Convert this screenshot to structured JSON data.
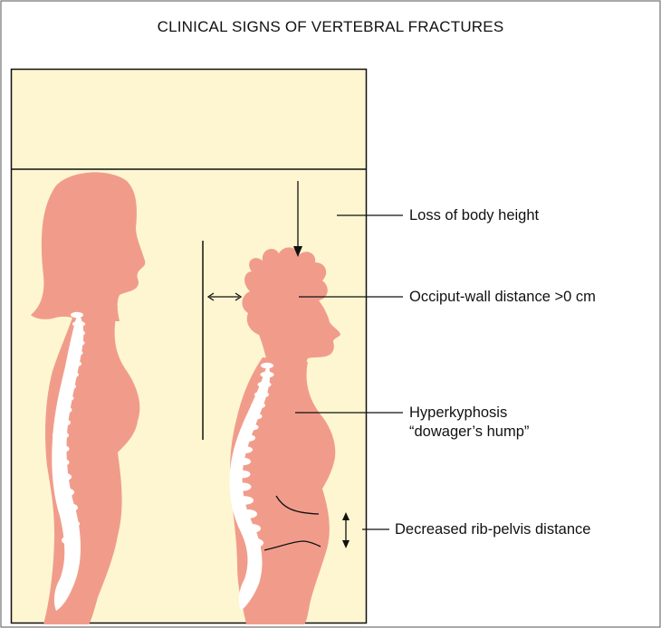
{
  "title": "CLINICAL SIGNS OF VERTEBRAL FRACTURES",
  "labels": {
    "height_loss": "Loss of body height",
    "occiput_wall": "Occiput-wall distance >0 cm",
    "hyperkyphosis_line1": "Hyperkyphosis",
    "hyperkyphosis_line2": "“dowager’s hump”",
    "rib_pelvis": "Decreased rib-pelvis distance"
  },
  "colors": {
    "background_panel": "#fdf6d1",
    "silhouette": "#f19c8b",
    "spine": "#ffffff",
    "lines": "#111111"
  }
}
